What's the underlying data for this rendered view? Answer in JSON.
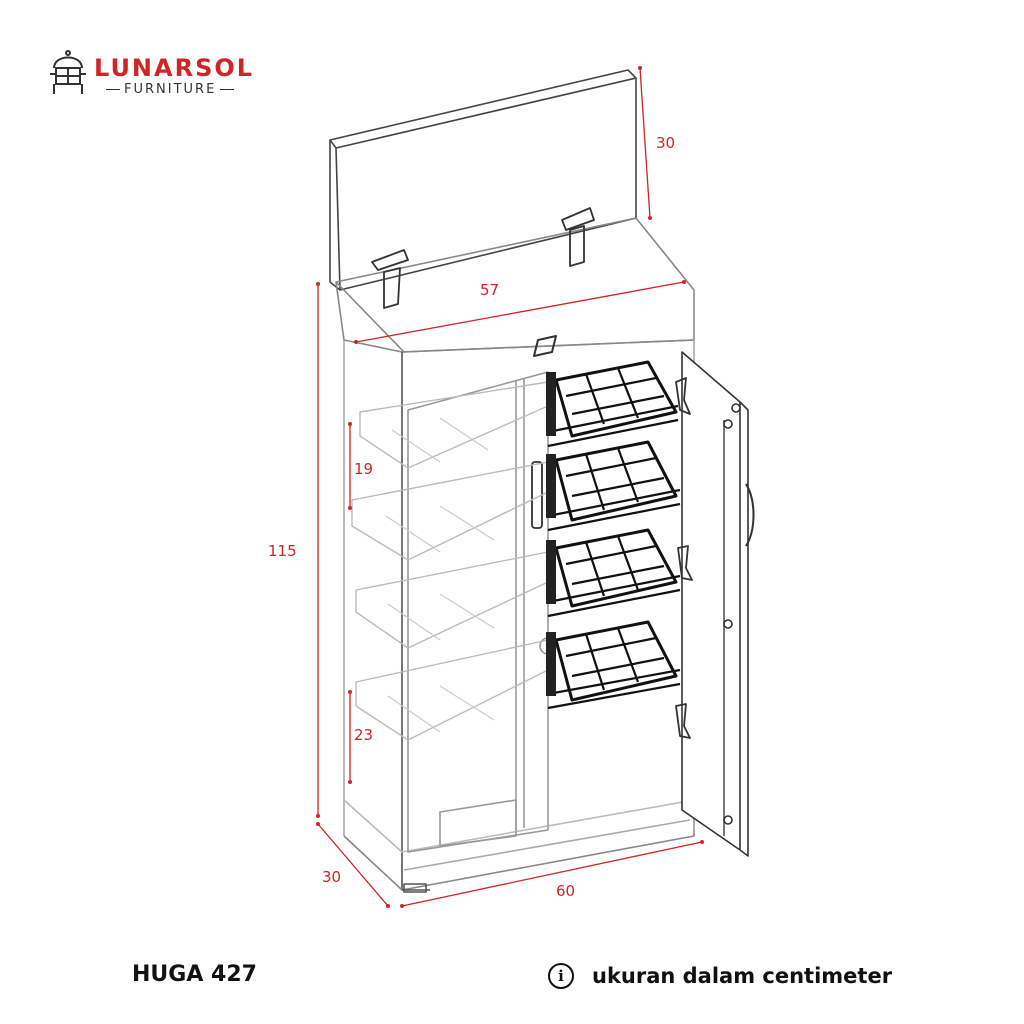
{
  "brand": {
    "name": "LUNARSOL",
    "tagline": "FURNITURE",
    "color": "#d02426",
    "icon": "chair-throne-icon"
  },
  "dimensions": {
    "lid_height": "30",
    "inner_width": "57",
    "shelf_spacing": "19",
    "bottom_spacing": "23",
    "total_height": "115",
    "depth": "30",
    "width": "60",
    "color": "#d02426"
  },
  "product": {
    "model": "HUGA 427"
  },
  "footer": {
    "note": "ukuran dalam centimeter",
    "icon": "info-icon"
  }
}
